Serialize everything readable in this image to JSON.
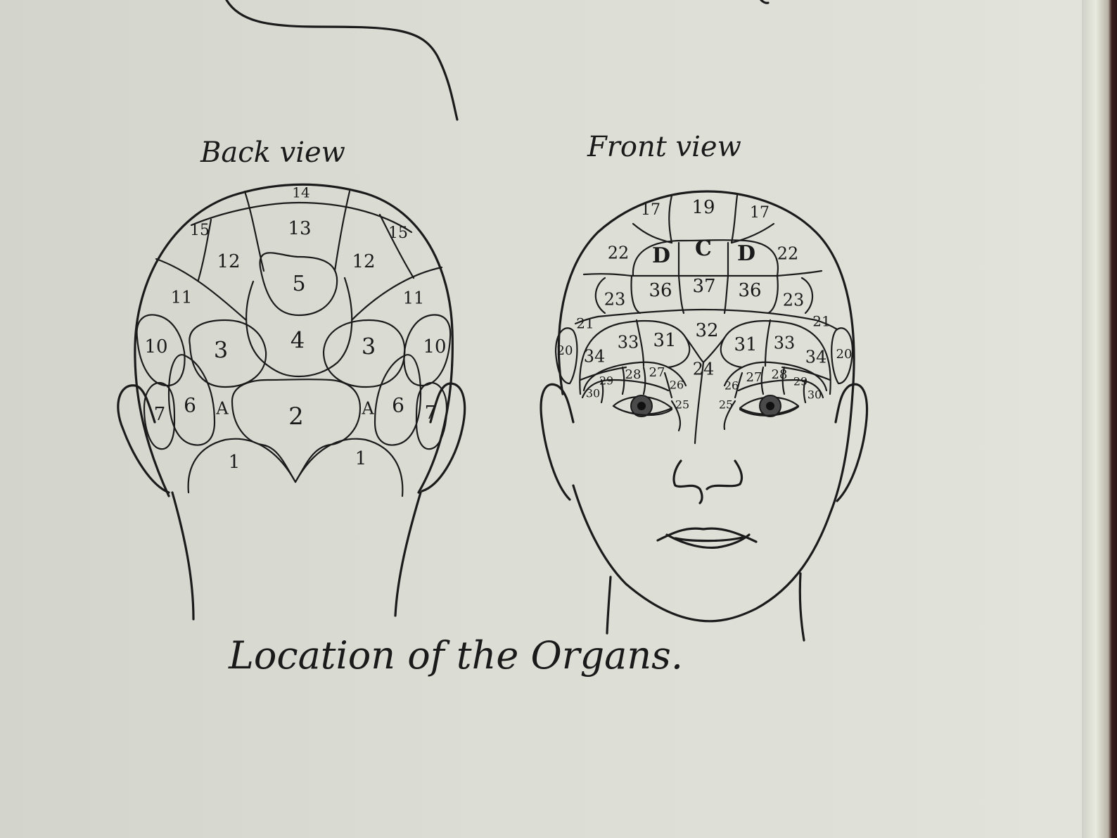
{
  "captions": {
    "back_view": "Back view",
    "front_view": "Front view",
    "title": "Location of the Organs."
  },
  "back_labels": [
    "14",
    "13",
    "15",
    "15",
    "12",
    "12",
    "5",
    "11",
    "11",
    "4",
    "3",
    "3",
    "10",
    "10",
    "2",
    "7",
    "6",
    "A",
    "A",
    "6",
    "7",
    "1",
    "1"
  ],
  "front_labels": [
    "17",
    "19",
    "17",
    "22",
    "D",
    "C",
    "D",
    "22",
    "23",
    "36",
    "37",
    "36",
    "23",
    "21",
    "21",
    "32",
    "33",
    "31",
    "31",
    "33",
    "20",
    "34",
    "34",
    "20",
    "24",
    "29",
    "28",
    "27",
    "26",
    "30",
    "25",
    "26",
    "27",
    "28",
    "29",
    "25",
    "30"
  ],
  "colors": {
    "paper": "#dcded6",
    "ink": "#1b1b1b"
  }
}
